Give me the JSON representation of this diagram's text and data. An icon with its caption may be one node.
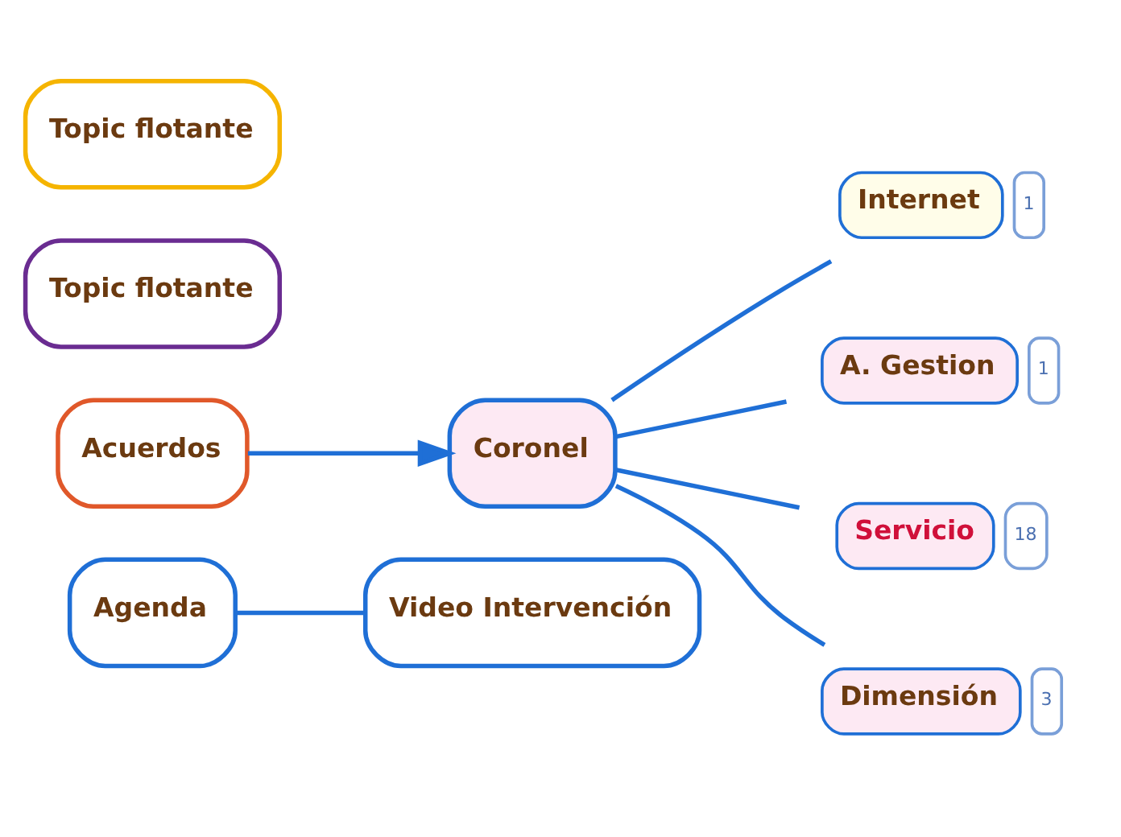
{
  "diagram": {
    "nodes": [
      {
        "text": [
          "Agenda"
        ]
      },
      {
        "text": [
          "Video Intervención"
        ]
      },
      {
        "text": [
          "Acuerdos"
        ]
      },
      {
        "text": [
          "Coronel"
        ]
      },
      {
        "text": [
          "Internet"
        ],
        "beside": [
          "1"
        ]
      },
      {
        "text": [
          "A. Gestion"
        ],
        "beside": [
          "1"
        ]
      },
      {
        "text": [
          "Servicio"
        ],
        "beside": [
          "18"
        ]
      },
      {
        "text": [
          "Dimensión"
        ],
        "beside": [
          "3"
        ]
      },
      {
        "text": [
          "Topic flotante"
        ]
      },
      {
        "text": [
          "Topic flotante"
        ]
      }
    ],
    "edges": [
      {
        "from": 0,
        "to": 1,
        "arrow": "none"
      },
      {
        "from": 2,
        "to": 3,
        "arrow": "to"
      },
      {
        "from": 3,
        "to": 4,
        "arrow": "none"
      },
      {
        "from": 3,
        "to": 5,
        "arrow": "none"
      },
      {
        "from": 3,
        "to": 6,
        "arrow": "none"
      },
      {
        "from": 3,
        "to": 7,
        "arrow": "none"
      }
    ]
  }
}
